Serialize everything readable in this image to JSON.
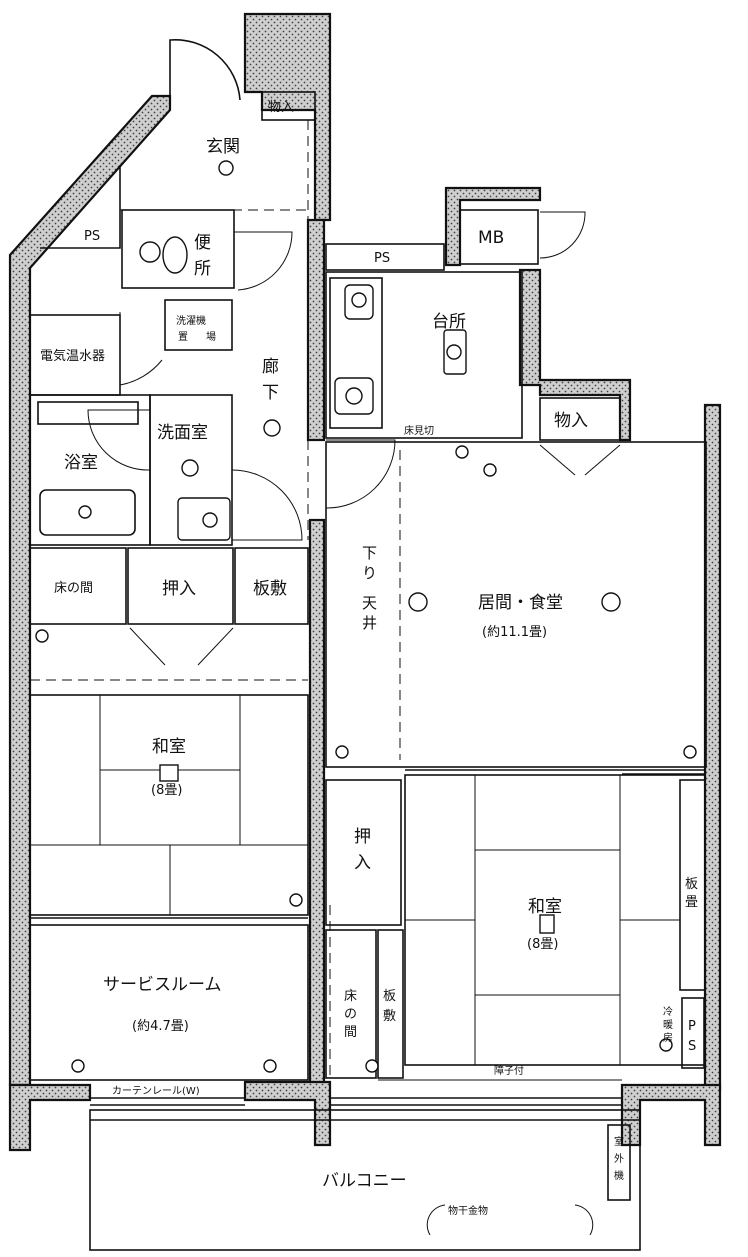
{
  "rooms": {
    "genkan": "玄関",
    "monoire_top": "物入",
    "ps_left": "PS",
    "benjo": "便所",
    "ps_top": "PS",
    "mb": "MB",
    "daidokoro": "台所",
    "sentakuki": "洗濯機",
    "sentakuki_oki": "置",
    "sentakuki_ba": "場",
    "denki_onsuiki": "電気温水器",
    "rouka": "廊下",
    "senmenshitsu": "洗面室",
    "yokushitsu": "浴室",
    "yukamikiri": "床見切",
    "monoire_right": "物入",
    "tokonoma_left": "床の間",
    "oshiire_left": "押入",
    "itajiki_left": "板敷",
    "sagari_tenjou": "下り天井",
    "ima_shokudou": "居間・食堂",
    "ima_area": "(約11.1畳)",
    "washitsu_left": "和室",
    "washitsu_left_area": "(8畳)",
    "oshiire_right": "押入",
    "washitsu_right": "和室",
    "washitsu_right_area": "(8畳)",
    "itadatami": "板畳",
    "service_room": "サービスルーム",
    "service_area": "(約4.7畳)",
    "tokonoma_right": "床の間",
    "itajiki_right": "板敷",
    "reibou": "冷暖房",
    "ps_right": "PS",
    "shoujitsuki": "障子付",
    "curtain_rail": "カーテンレール(W)",
    "balcony": "バルコニー",
    "shitsugaiki": "室外機",
    "monohoshi": "物干金物"
  }
}
